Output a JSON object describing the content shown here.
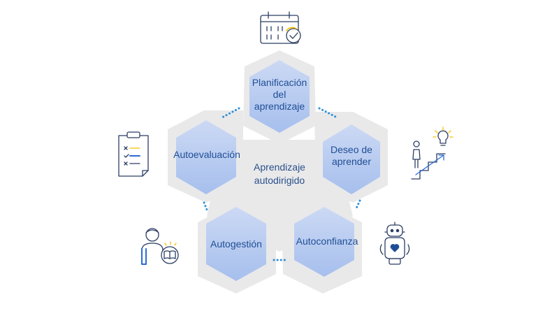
{
  "diagram": {
    "center": {
      "label": "Aprendizaje\nautodirigido"
    },
    "nodes": [
      {
        "id": "planificacion",
        "label": "Planificación\ndel\naprendizaje",
        "icon": "calendar-check-icon"
      },
      {
        "id": "deseo",
        "label": "Deseo de\naprender",
        "icon": "stairs-lightbulb-icon"
      },
      {
        "id": "autoconfianza",
        "label": "Autoconfianza",
        "icon": "robot-heart-icon"
      },
      {
        "id": "autogestion",
        "label": "Autogestión",
        "icon": "person-reading-icon"
      },
      {
        "id": "autoevaluacion",
        "label": "Autoevaluación",
        "icon": "clipboard-checklist-icon"
      }
    ]
  },
  "colors": {
    "frame": "#e9e9ea",
    "hex_top": "#ccd9f4",
    "hex_bottom": "#a6bfed",
    "text": "#1f4e96",
    "dots": "#2c8fd6",
    "icon_stroke": "#2b3e63",
    "icon_accent": "#f5c000"
  }
}
